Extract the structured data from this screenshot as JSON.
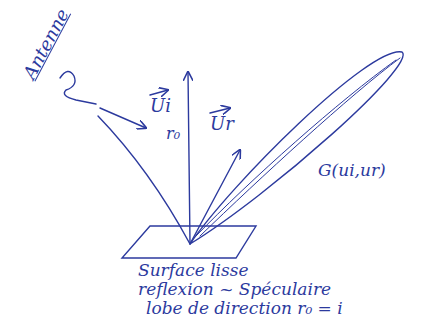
{
  "diagram": {
    "labels": [
      "Antenne",
      "Ui",
      "r₀",
      "Ur",
      "G(ui,ur)",
      "Surface lisse",
      "reflexion ~ Spéculaire",
      "lobe de direction r₀ = i"
    ]
  }
}
